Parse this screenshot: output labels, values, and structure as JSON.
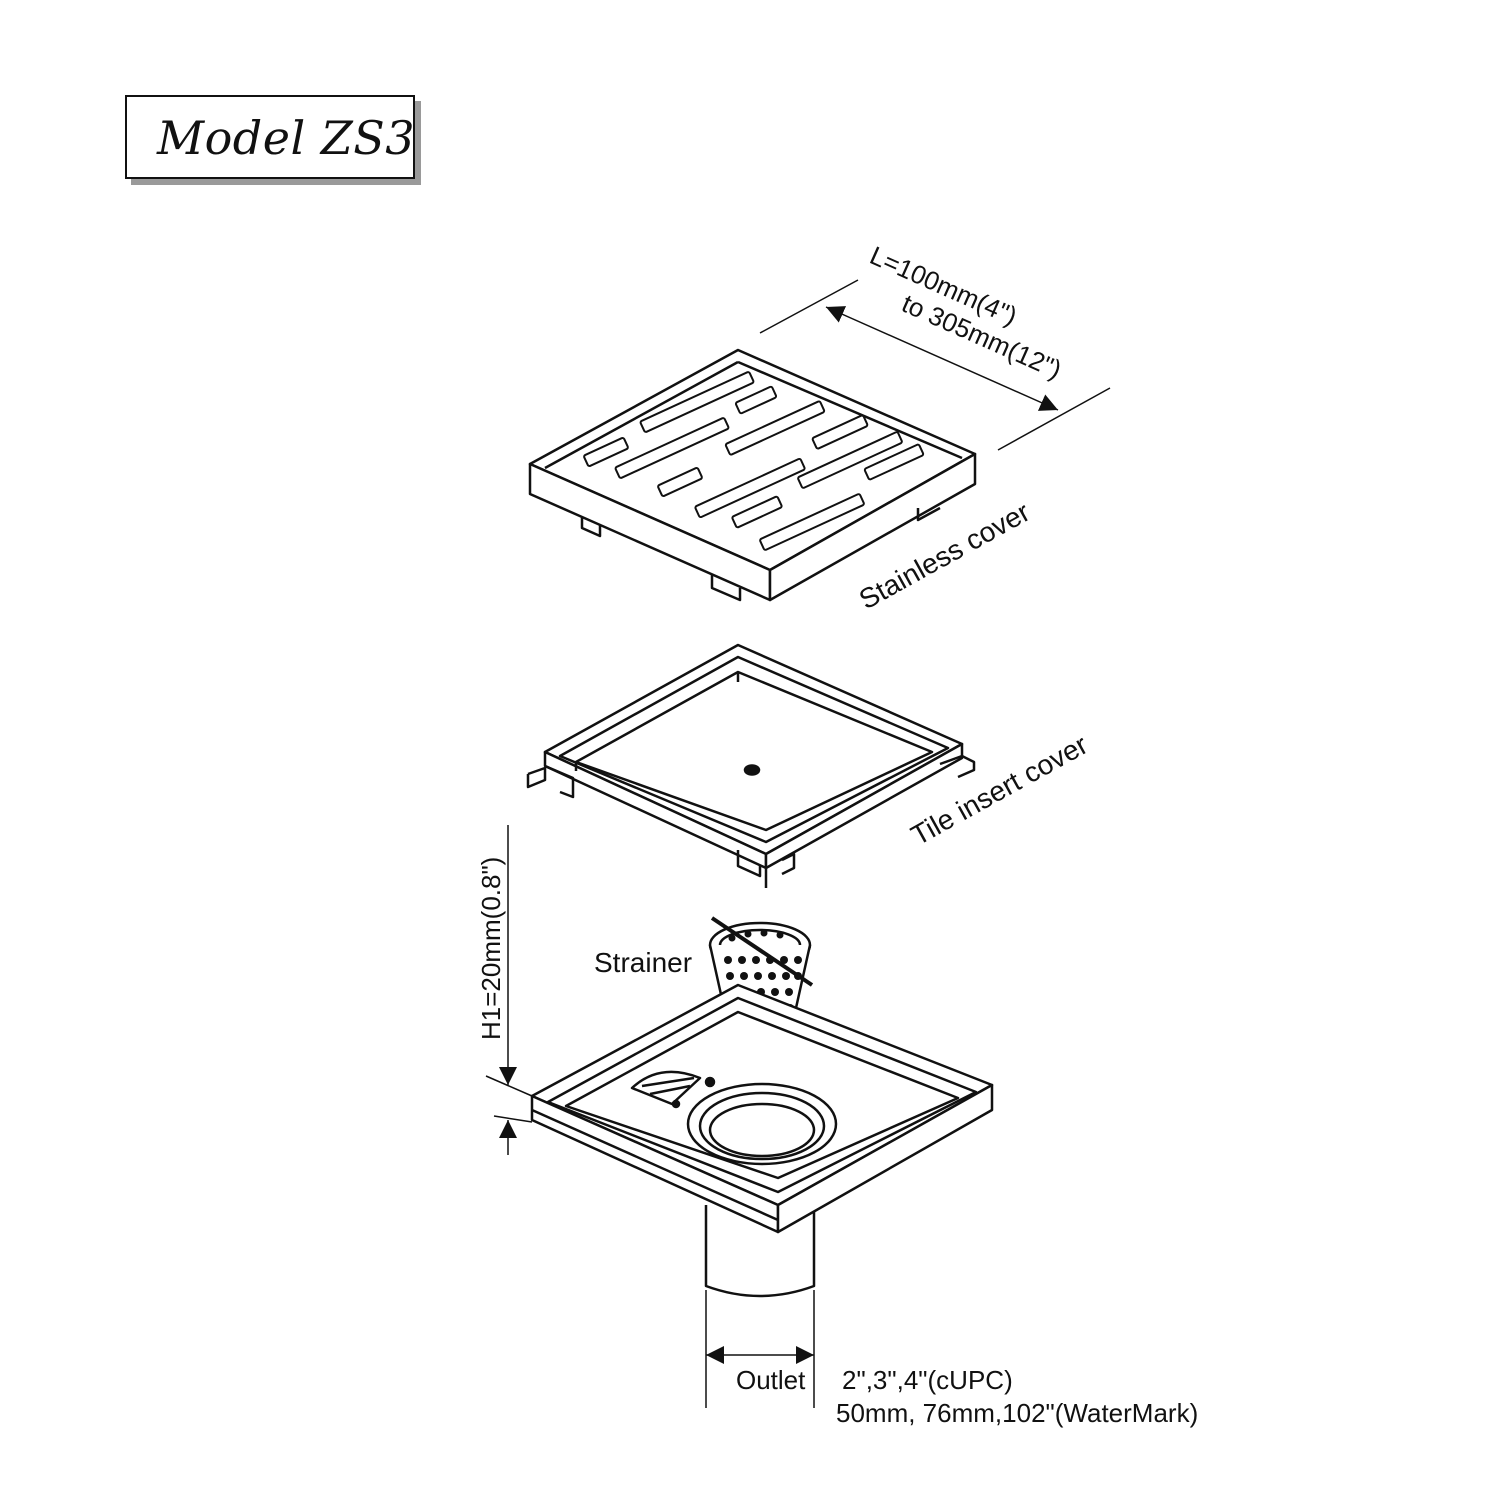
{
  "title": "Model ZS3",
  "labels": {
    "length_line1": "L=100mm(4\")",
    "length_line2": "to 305mm(12\")",
    "stainless_cover": "Stainless cover",
    "tile_insert_cover": "Tile insert cover",
    "strainer": "Strainer",
    "height": "H1=20mm(0.8\")",
    "outlet": "Outlet",
    "outlet_sizes_line1": "2\",3\",4\"(cUPC)",
    "outlet_sizes_line2": "50mm, 76mm,102\"(WaterMark)"
  },
  "colors": {
    "line": "#111111",
    "background": "#ffffff",
    "shadow": "#9a9a9a"
  }
}
